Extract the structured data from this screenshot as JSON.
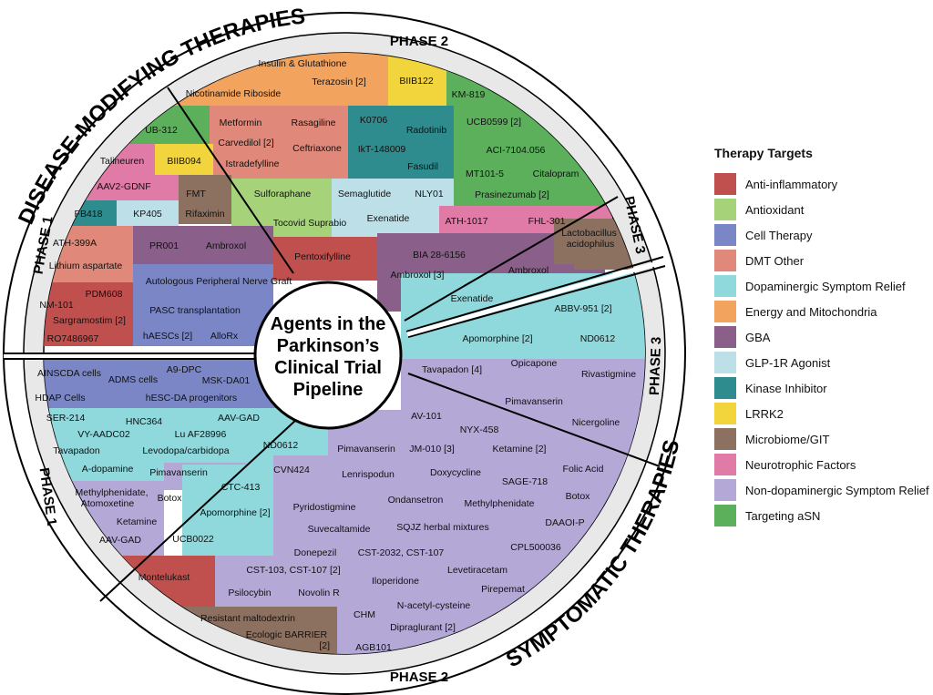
{
  "center": {
    "lines": [
      "Agents in the",
      "Parkinson’s",
      "Clinical Trial",
      "Pipeline"
    ]
  },
  "ring_titles": {
    "disease_modifying": "DISEASE-MODIFYING THERAPIES",
    "symptomatic": "SYMPTOMATIC THERAPIES"
  },
  "phases": {
    "dm_phase1": "PHASE 1",
    "dm_phase2": "PHASE 2",
    "dm_phase3": "PHASE 3",
    "sym_phase1": "PHASE 1",
    "sym_phase2": "PHASE 2",
    "sym_phase3": "PHASE 3"
  },
  "legend": {
    "title": "Therapy Targets",
    "items": [
      {
        "label": "Anti-inflammatory",
        "color": "#c0504d"
      },
      {
        "label": "Antioxidant",
        "color": "#a6d27a"
      },
      {
        "label": "Cell Therapy",
        "color": "#7b86c6"
      },
      {
        "label": "DMT Other",
        "color": "#e0897a"
      },
      {
        "label": "Dopaminergic Symptom Relief",
        "color": "#8fd8dc"
      },
      {
        "label": "Energy and Mitochondria",
        "color": "#f2a35e"
      },
      {
        "label": "GBA",
        "color": "#8a5f8a"
      },
      {
        "label": "GLP-1R Agonist",
        "color": "#bde0e8"
      },
      {
        "label": "Kinase Inhibitor",
        "color": "#2e8b8e"
      },
      {
        "label": "LRRK2",
        "color": "#f2d53c"
      },
      {
        "label": "Microbiome/GIT",
        "color": "#8c7060"
      },
      {
        "label": "Neurotrophic Factors",
        "color": "#e07aa6"
      },
      {
        "label": "Non-dopaminergic Symptom Relief",
        "color": "#b3a8d6"
      },
      {
        "label": "Targeting aSN",
        "color": "#5cb05c"
      }
    ]
  },
  "agents": {
    "dm_p2": [
      "Insulin & Glutathione",
      "Nicotinamide Riboside",
      "Terazosin [2]",
      "BIIB122",
      "KM-819",
      "UB-312",
      "Metformin",
      "Rasagiline",
      "Carvedilol [2]",
      "Ceftriaxone",
      "Istradefylline",
      "K0706",
      "Radotinib",
      "IkT-148009",
      "Fasudil",
      "UCB0599 [2]",
      "ACI-7104.056",
      "MT101-5",
      "Citalopram",
      "Prasinezumab [2]",
      "Sulforaphane",
      "Tocovid Suprabio",
      "Semaglutide",
      "NLY01",
      "Exenatide",
      "ATH-1017",
      "FHL-301",
      "Pentoxifylline",
      "BIA 28-6156",
      "Ambroxol [3]"
    ],
    "dm_p1": [
      "Talineuren",
      "BIIB094",
      "AAV2-GDNF",
      "FMT",
      "Rifaximin",
      "FB418",
      "KP405",
      "ATH-399A",
      "Lithium aspartate",
      "PR001",
      "Ambroxol",
      "Autologous Peripheral Nerve Graft",
      "NM-101",
      "PDM608",
      "Sargramostim [2]",
      "RO7486967",
      "PASC transplantation",
      "hAESCs [2]",
      "AlloRx"
    ],
    "dm_p3": [
      "Lactobacillus acidophilus",
      "Ambroxol",
      "Exenatide"
    ],
    "sym_p3": [
      "ABBV-951 [2]",
      "Apomorphine [2]",
      "ND0612",
      "Tavapadon [4]",
      "Opicapone",
      "Rivastigmine",
      "Pimavanserin",
      "Nicergoline"
    ],
    "sym_p1": [
      "AINSCDA cells",
      "ADMS cells",
      "A9-DPC",
      "MSK-DA01",
      "HDAP Cells",
      "hESC-DA progenitors",
      "SER-214",
      "HNC364",
      "AAV-GAD",
      "VY-AADC02",
      "Lu AF28996",
      "Tavapadon",
      "Levodopa/carbidopa",
      "A-dopamine",
      "Pimavanserin",
      "Methylphenidate, Atomoxetine",
      "Botox",
      "Ketamine",
      "AAV-GAD"
    ],
    "sym_p2": [
      "ND0612",
      "CVN424",
      "CTC-413",
      "Apomorphine [2]",
      "UCB0022",
      "AV-101",
      "NYX-458",
      "Pimavanserin",
      "JM-010 [3]",
      "Ketamine [2]",
      "Lenrispodun",
      "Doxycycline",
      "SAGE-718",
      "Folic Acid",
      "Ondansetron",
      "Methylphenidate",
      "Botox",
      "Pyridostigmine",
      "Suvecaltamide",
      "SQJZ herbal mixtures",
      "DAAOI-P",
      "Donepezil",
      "CST-2032, CST-107",
      "CPL500036",
      "Montelukast",
      "CST-103, CST-107 [2]",
      "Levetiracetam",
      "Iloperidone",
      "Psilocybin",
      "Novolin R",
      "Pirepemat",
      "N-acetyl-cysteine",
      "CHM",
      "Dipraglurant [2]",
      "Resistant maltodextrin",
      "Ecologic BARRIER [2]",
      "AGB101"
    ]
  }
}
